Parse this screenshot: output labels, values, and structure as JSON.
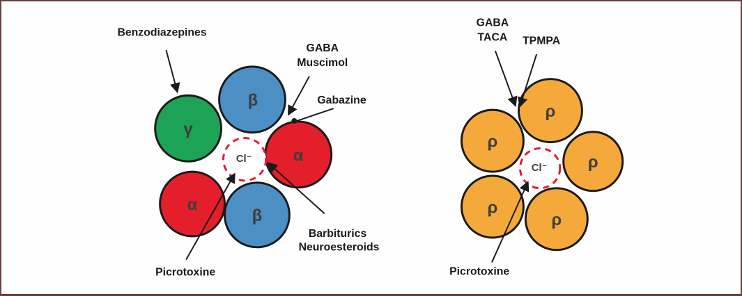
{
  "palette": {
    "frame": "#6E3E3E",
    "background": "#FEFEFE",
    "green": "#1CA355",
    "blue": "#4B8FC5",
    "red": "#E51E2C",
    "orange": "#F5A93A",
    "outline": "#1A1A1A",
    "channel_fill": "#FFFFFF",
    "channel_stroke": "#E8192C",
    "letter_color": "#3D3D3D",
    "label_color": "#1A1A1A"
  },
  "left_receptor": {
    "subunits": [
      {
        "id": "gamma",
        "label": "γ"
      },
      {
        "id": "beta-top",
        "label": "β"
      },
      {
        "id": "alpha-right",
        "label": "α"
      },
      {
        "id": "alpha-lower-left",
        "label": "α"
      },
      {
        "id": "beta-bottom",
        "label": "β"
      }
    ],
    "channel_label": "Cl⁻",
    "labels": {
      "benzodiazepines": "Benzodiazepines",
      "gaba": "GABA",
      "muscimol": "Muscimol",
      "gabazine": "Gabazine",
      "barbiturics": "Barbiturics",
      "neuroesteroids": "Neuroesteroids",
      "picrotoxine": "Picrotoxine"
    }
  },
  "right_receptor": {
    "subunits": [
      {
        "id": "rho-top",
        "label": "ρ"
      },
      {
        "id": "rho-left",
        "label": "ρ"
      },
      {
        "id": "rho-right",
        "label": "ρ"
      },
      {
        "id": "rho-lower-left",
        "label": "ρ"
      },
      {
        "id": "rho-bottom",
        "label": "ρ"
      }
    ],
    "channel_label": "Cl⁻",
    "labels": {
      "gaba": "GABA",
      "taca": "TACA",
      "tpmpa": "TPMPA",
      "picrotoxine": "Picrotoxine"
    }
  }
}
